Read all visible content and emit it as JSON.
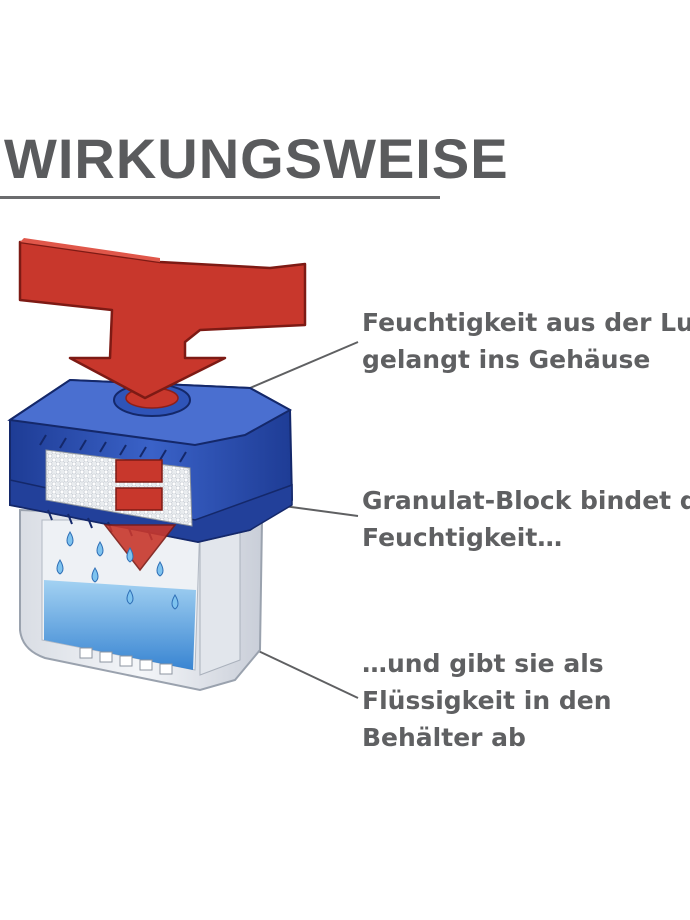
{
  "title": "WIRKUNGSWEISE",
  "labels": [
    {
      "lines": [
        "Feuchtigkeit aus der Luft",
        "gelangt ins Gehäuse"
      ]
    },
    {
      "lines": [
        "Granulat-Block bindet die",
        "Feuchtigkeit…"
      ]
    },
    {
      "lines": [
        "…und gibt sie als",
        "Flüssigkeit in den",
        "Behälter ab"
      ]
    }
  ],
  "colors": {
    "title": "#5a5b5d",
    "label_text": "#5f6062",
    "arrow_red": "#c8372c",
    "housing_blue": "#2a49a8",
    "water_blue": "#3c8fd6"
  },
  "icons": [
    "arrow-down-icon",
    "dehumidifier-housing-icon",
    "granulate-icon",
    "water-droplet-icon"
  ]
}
